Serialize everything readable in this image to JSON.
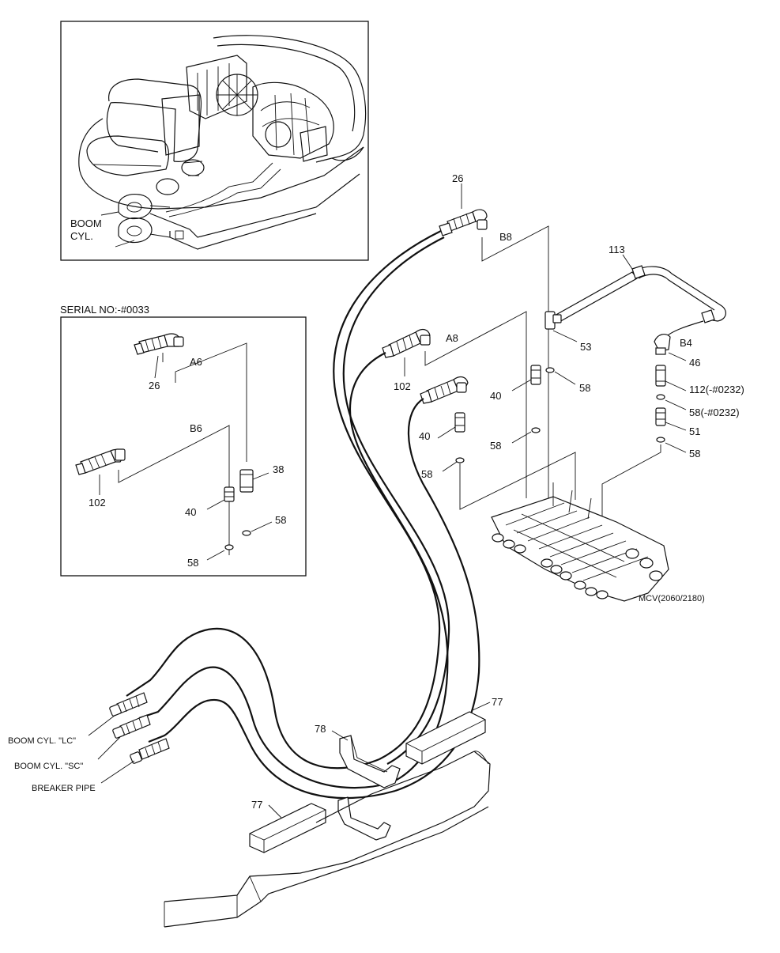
{
  "inset_overview": {
    "boom_label_1": "BOOM",
    "boom_label_2": "CYL."
  },
  "inset_serial": {
    "title": "SERIAL NO:-#0033",
    "labels": {
      "p26": "26",
      "a6": "A6",
      "b6": "B6",
      "p102": "102",
      "p38": "38",
      "p40": "40",
      "p58a": "58",
      "p58b": "58"
    }
  },
  "main": {
    "labels": {
      "p26": "26",
      "b8": "B8",
      "p113": "113",
      "a8": "A8",
      "p53": "53",
      "b4": "B4",
      "p46": "46",
      "p102": "102",
      "p40a": "40",
      "p58a": "58",
      "p112": "112(-#0232)",
      "p58b": "58(-#0232)",
      "p40b": "40",
      "p51": "51",
      "p58c": "58",
      "p58d": "58",
      "p58e": "58",
      "mcv": "MCV(2060/2180)",
      "p77a": "77",
      "p78": "78",
      "p77b": "77"
    },
    "hose_ends": {
      "lc": "BOOM CYL. \"LC\"",
      "sc": "BOOM CYL. \"SC\"",
      "breaker": "BREAKER PIPE"
    }
  }
}
